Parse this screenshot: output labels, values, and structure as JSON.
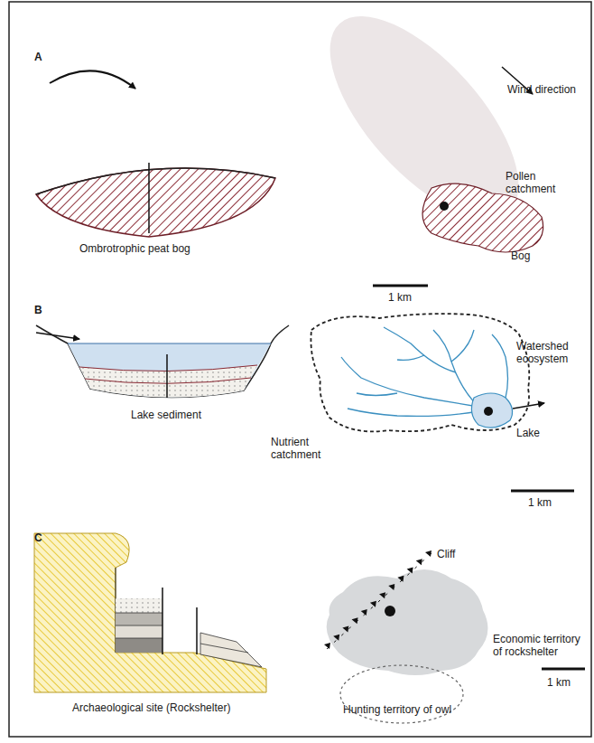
{
  "diagram": {
    "labels": [
      "A",
      "Wind direction",
      "Pollen catchment",
      "Bog",
      "1 km",
      "Ombrotrophic peat bog",
      "B",
      "Lake sediment",
      "Watershed ecosystem",
      "Nutrient catchment",
      "Lake",
      "1 km",
      "C",
      "Cliff",
      "Economic territory of rockshelter",
      "Archaeological site (Rockshelter)",
      "Hunting territory of owl",
      "1 km"
    ]
  }
}
